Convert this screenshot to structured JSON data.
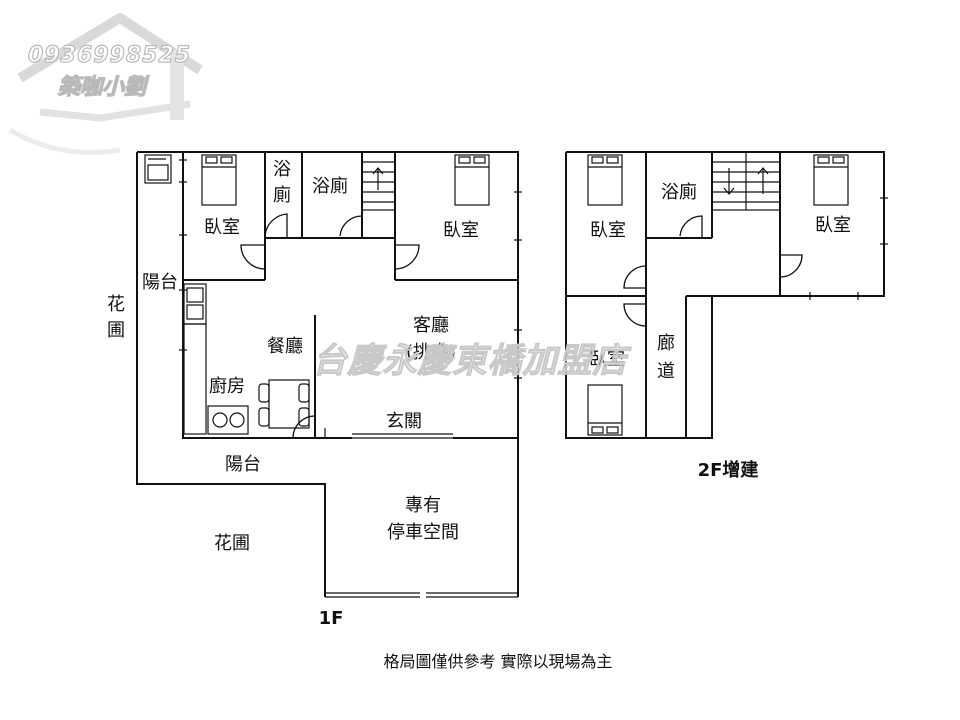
{
  "watermark": {
    "phone": "0936998525",
    "name": "築咖小劉",
    "center": "台慶永慶東橋加盟店"
  },
  "floor1": {
    "title": "1F",
    "rooms": {
      "bedroom_left": "臥室",
      "bath_small": "浴廁",
      "bath_mid": "浴廁",
      "bedroom_right": "臥室",
      "balcony_left": "陽台",
      "garden_left": "花圃",
      "living_room": "客廳",
      "living_note": "(挑高)",
      "dining": "餐廳",
      "kitchen": "廚房",
      "entrance": "玄關",
      "balcony_bottom": "陽台",
      "garden_bottom": "花圃",
      "parking_line1": "專有",
      "parking_line2": "停車空間"
    }
  },
  "floor2": {
    "title": "2F增建",
    "rooms": {
      "bedroom_left": "臥室",
      "bath": "浴廁",
      "bedroom_right": "臥室",
      "bedroom_bottom": "臥室",
      "corridor": "廊道"
    }
  },
  "footer_note": "格局圖僅供參考 實際以現場為主"
}
